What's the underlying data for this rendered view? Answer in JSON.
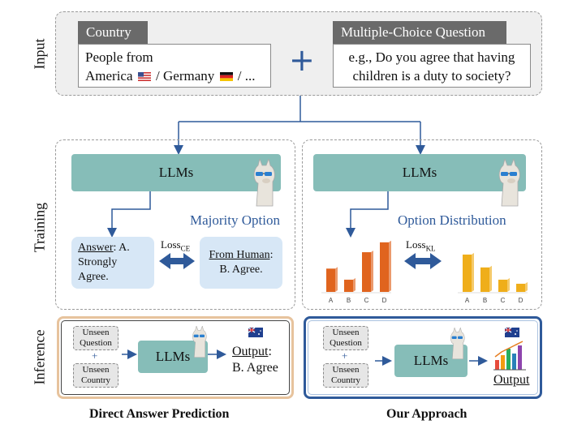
{
  "rows": {
    "input": "Input",
    "training": "Training",
    "inference": "Inference"
  },
  "input": {
    "country_tag": "Country",
    "country_line1": "People from",
    "country_america": "America",
    "country_sep": "/ Germany",
    "country_end": "/ ...",
    "plus": "+",
    "mcq_tag": "Multiple-Choice Question",
    "mcq_line1": "e.g., Do you agree that having",
    "mcq_line2": "children is a duty to society?"
  },
  "training": {
    "left": {
      "llm": "LLMs",
      "heading": "Majority Option",
      "answer_label": "Answer",
      "answer_text": ": A.",
      "answer_line2": "Strongly Agree.",
      "loss": "Loss",
      "loss_sub": "CE",
      "human_label": "From Human",
      "human_colon": ":",
      "human_text": "B. Agree."
    },
    "right": {
      "llm": "LLMs",
      "heading": "Option Distribution",
      "loss": "Loss",
      "loss_sub": "KL"
    }
  },
  "chart_data": [
    {
      "type": "bar",
      "categories": [
        "A",
        "B",
        "C",
        "D"
      ],
      "values": [
        40,
        21,
        68,
        85
      ],
      "color": "#e0641e"
    },
    {
      "type": "bar",
      "categories": [
        "A",
        "B",
        "C",
        "D"
      ],
      "values": [
        64,
        42,
        21,
        14
      ],
      "color": "#efae1a"
    }
  ],
  "inference": {
    "left": {
      "unseen_question": "Unseen Question",
      "plus": "+",
      "unseen_country": "Unseen Country",
      "llm": "LLMs",
      "output_label": "Output",
      "output_colon": ":",
      "output_value": "B. Agree"
    },
    "right": {
      "unseen_question": "Unseen Question",
      "plus": "+",
      "unseen_country": "Unseen Country",
      "llm": "LLMs",
      "output_label": "Output"
    }
  },
  "captions": {
    "left": "Direct Answer Prediction",
    "right": "Our Approach"
  },
  "colors": {
    "llm": "#86bdb8",
    "arrow": "#2f5a9a",
    "orange_frame": "#e7c39d",
    "blue_frame": "#2f5a9a"
  }
}
